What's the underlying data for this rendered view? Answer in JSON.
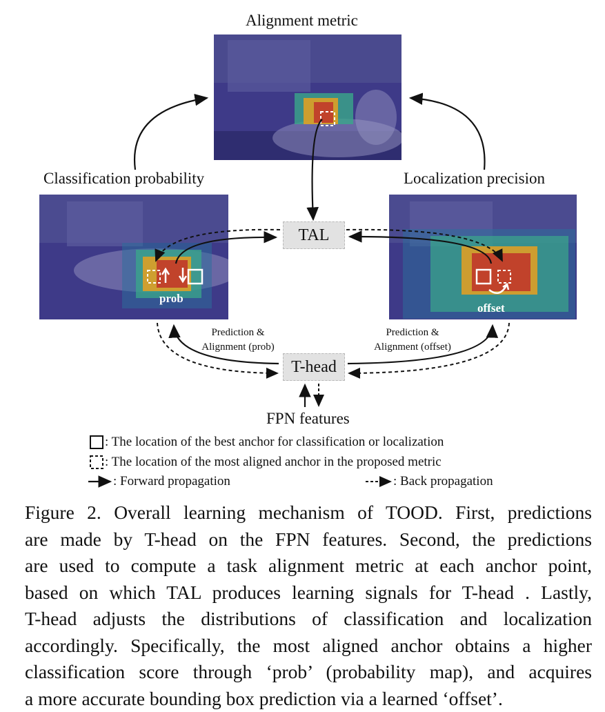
{
  "labels": {
    "alignment_metric": "Alignment metric",
    "classification_probability": "Classification probability",
    "localization_precision": "Localization precision",
    "tal": "TAL",
    "t_head": "T-head",
    "fpn_features": "FPN features",
    "prob": "prob",
    "offset": "offset",
    "prediction_alignment_prob": [
      "Prediction &",
      "Alignment (prob)"
    ],
    "prediction_alignment_offset": [
      "Prediction &",
      "Alignment (offset)"
    ]
  },
  "legend": {
    "solid_square": ": The location of the best anchor for classification or localization",
    "dashed_square": ": The location of the most aligned anchor in the proposed metric",
    "forward": ": Forward propagation",
    "back": ": Back propagation"
  },
  "caption": [
    "Figure 2. Overall learning mechanism of TOOD. First, predictions",
    "are made by T-head on the FPN features.  Second, the predictions",
    "are used to compute a task alignment metric at each anchor point,",
    "based on which TAL produces learning signals for T-head . Lastly,",
    "T-head adjusts the distributions of classification and localization",
    "accordingly. Specifically, the most aligned anchor obtains a higher",
    "classification score through ‘prob’ (probability map), and acquires",
    "a more accurate bounding box prediction via a learned ‘offset’."
  ],
  "colors": {
    "image_base": "#3d3a86",
    "heat_hot": "#c0392b",
    "heat_warm": "#e8a020",
    "heat_mid": "#3aa88a",
    "box_fill": "#e2e2e2"
  },
  "icons": [
    "solid-square-icon",
    "dashed-square-icon",
    "forward-arrow-icon",
    "back-arrow-icon"
  ]
}
